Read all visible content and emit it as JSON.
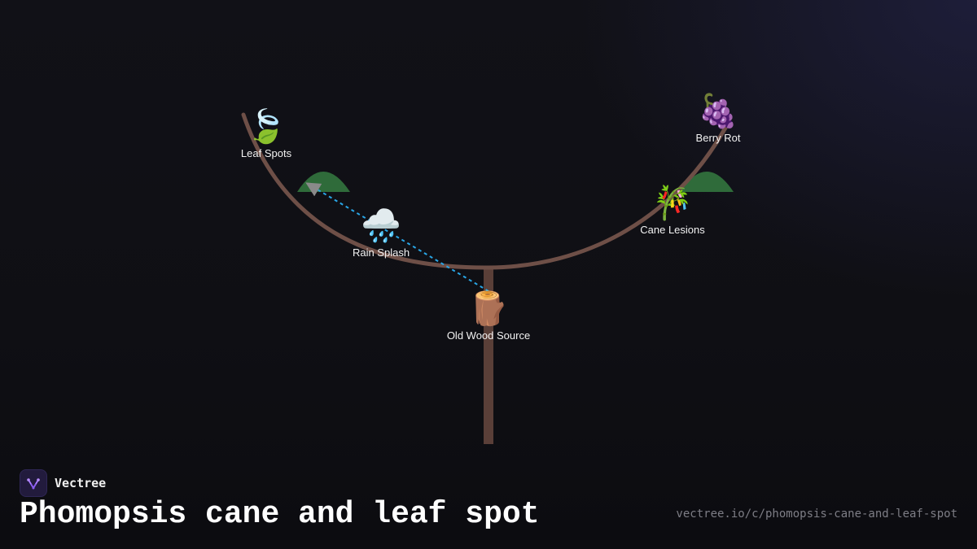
{
  "diagram": {
    "nodes": [
      {
        "id": "old-wood-source",
        "label": "Old Wood Source",
        "icon": "wood-log-icon",
        "glyph": "🪵"
      },
      {
        "id": "rain-splash",
        "label": "Rain Splash",
        "icon": "rain-cloud-icon",
        "glyph": "🌧️"
      },
      {
        "id": "leaf-spots",
        "label": "Leaf Spots",
        "icon": "wind-leaf-icon",
        "glyph": "🍃"
      },
      {
        "id": "cane-lesions",
        "label": "Cane Lesions",
        "icon": "bamboo-cane-icon",
        "glyph": "🎋"
      },
      {
        "id": "berry-rot",
        "label": "Berry Rot",
        "icon": "grapes-icon",
        "glyph": "🍇"
      }
    ],
    "flow": {
      "from": "old-wood-source",
      "to": "leaf-spots",
      "via": "rain-splash"
    },
    "colors": {
      "branch": "#6e4f47",
      "trunk": "#5a3f38",
      "leaf": "#2f6b3a",
      "splash_path": "#29a6e6",
      "arrowhead": "#8a8a8a"
    }
  },
  "brand": {
    "name": "Vectree",
    "logo_icon": "vectree-logo-icon"
  },
  "title": "Phomopsis cane and leaf spot",
  "url": "vectree.io/c/phomopsis-cane-and-leaf-spot"
}
